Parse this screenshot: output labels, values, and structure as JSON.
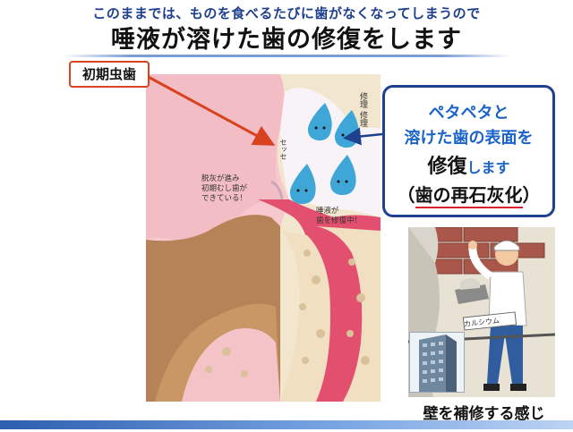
{
  "slide": {
    "subtitle": "このままでは、ものを食べるたびに歯がなくなってしまうので",
    "title": "唾液が溶けた歯の修復をします"
  },
  "illustration": {
    "label_caries": "初期虫歯",
    "note_left": [
      "脱灰が進み",
      "初期むし歯が",
      "できている！"
    ],
    "note_right": [
      "唾液が",
      "歯を修復中！"
    ],
    "note_top": "修理 修理",
    "note_sese": "セッセ"
  },
  "callout": {
    "line1": "ペタペタと",
    "line2": "溶けた歯の表面を",
    "line3_big": "修復",
    "line3_small": "します",
    "line4_open": "（",
    "line4_main": "歯の再石灰化",
    "line4_close": "）",
    "border_color": "#1f3f8f",
    "text_color": "#1a63c8"
  },
  "worker_image": {
    "sign_text": "カルシウム",
    "caption": "壁を補修する感じ"
  },
  "colors": {
    "arrow_red": "#d8431f",
    "arrow_blue": "#1f3f8f",
    "underline_red": "#d8232a"
  }
}
